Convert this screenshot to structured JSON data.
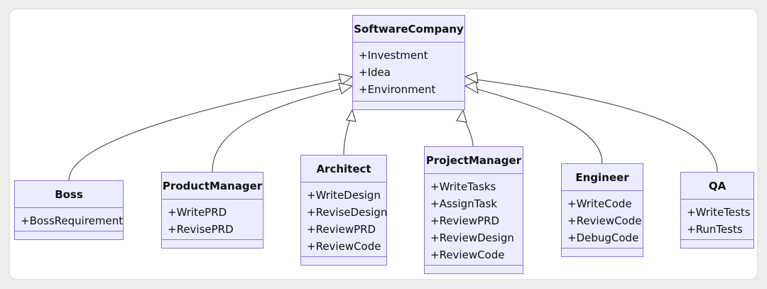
{
  "diagram": {
    "parent": {
      "name": "SoftwareCompany",
      "members": [
        "+Investment",
        "+Idea",
        "+Environment"
      ]
    },
    "children": [
      {
        "key": "boss",
        "name": "Boss",
        "members": [
          "+BossRequirement"
        ]
      },
      {
        "key": "product-manager",
        "name": "ProductManager",
        "members": [
          "+WritePRD",
          "+RevisePRD"
        ]
      },
      {
        "key": "architect",
        "name": "Architect",
        "members": [
          "+WriteDesign",
          "+ReviseDesign",
          "+ReviewPRD",
          "+ReviewCode"
        ]
      },
      {
        "key": "project-manager",
        "name": "ProjectManager",
        "members": [
          "+WriteTasks",
          "+AssignTask",
          "+ReviewPRD",
          "+ReviewDesign",
          "+ReviewCode"
        ]
      },
      {
        "key": "engineer",
        "name": "Engineer",
        "members": [
          "+WriteCode",
          "+ReviewCode",
          "+DebugCode"
        ]
      },
      {
        "key": "qa",
        "name": "QA",
        "members": [
          "+WriteTests",
          "+RunTests"
        ]
      }
    ],
    "colors": {
      "box_fill": "#ececff",
      "box_border": "#9370db",
      "edge": "#333333"
    }
  }
}
